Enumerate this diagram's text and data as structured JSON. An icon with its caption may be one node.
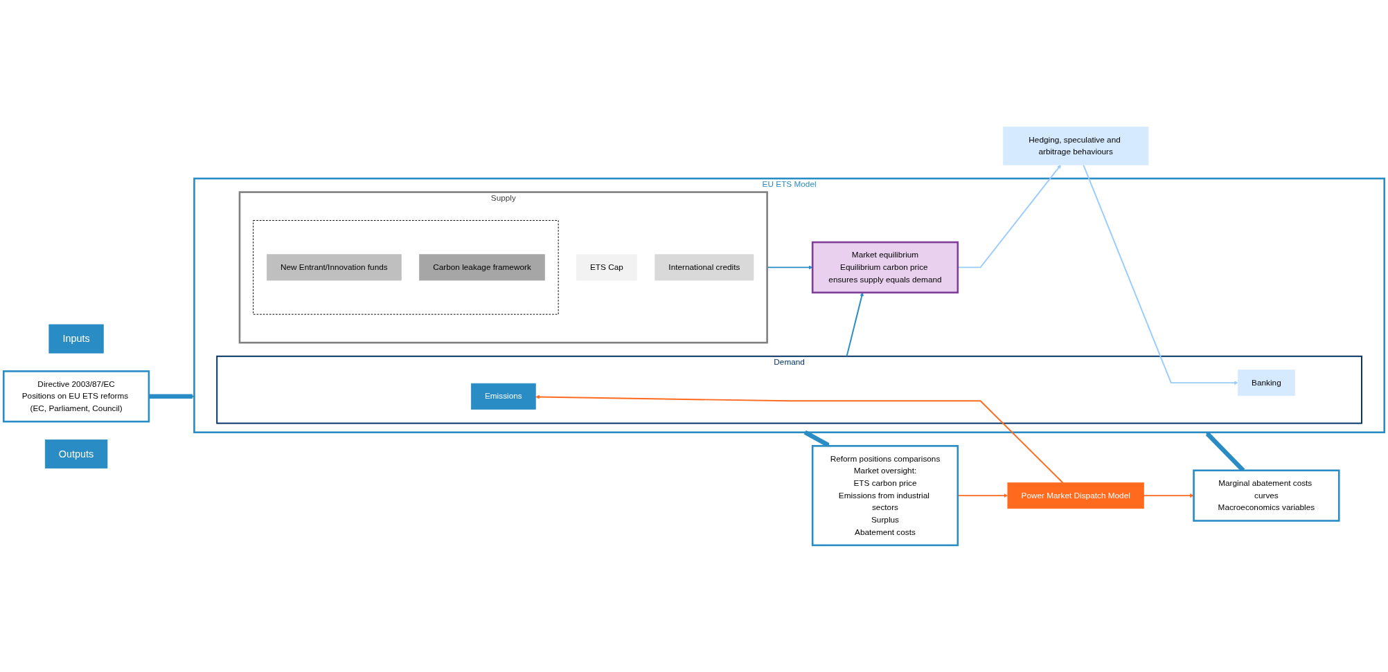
{
  "diagram": {
    "nodes": [
      {
        "text": [
          "Inputs"
        ]
      },
      {
        "text": [
          "Directive 2003/87/EC",
          "Positions on EU ETS reforms (EC, Parliament, Council)"
        ]
      },
      {
        "text": [
          "Marginal abatement costs curves",
          "Macroeconomics variables"
        ]
      },
      {
        "text": [
          "EU ETS Model"
        ]
      },
      {
        "text": [
          "Supply"
        ],
        "in": 3
      },
      {
        "text": [
          "ETS Cap"
        ],
        "in": 4
      },
      {
        "text": [
          "International credits"
        ],
        "in": 4
      },
      {
        "text": [],
        "shape": "box",
        "in": 4
      },
      {
        "text": [
          "New Entrant/Innovation funds"
        ],
        "in": 7
      },
      {
        "text": [
          "Carbon leakage framework"
        ],
        "in": 7
      },
      {
        "text": [
          "Demand"
        ],
        "in": 3
      },
      {
        "text": [
          "Emissions"
        ],
        "in": 10
      },
      {
        "text": [
          "Banking"
        ],
        "in": 10
      },
      {
        "text": [
          "Market equilibrium",
          "Equilibrium carbon price ensures supply equals demand"
        ],
        "in": 3
      },
      {
        "text": [
          "Outputs"
        ]
      },
      {
        "text": [
          "Reform positions comparisons",
          "Market oversight:",
          "ETS carbon price",
          "Emissions from industrial sectors",
          "Surplus",
          "Abatement costs"
        ]
      },
      {
        "text": [
          "Hedging, speculative and arbitrage behaviours"
        ]
      },
      {
        "text": [
          "Power Market Dispatch Model"
        ]
      }
    ],
    "edges": [
      {
        "from": 1,
        "to": 3,
        "arrow": "to",
        "style": "thick"
      },
      {
        "from": 2,
        "to": 3,
        "arrow": "to",
        "style": "thick"
      },
      {
        "from": 3,
        "to": 15,
        "arrow": "to",
        "style": "thick"
      },
      {
        "from": 4,
        "to": 13,
        "arrow": "to"
      },
      {
        "from": 10,
        "to": 13,
        "arrow": "to"
      },
      {
        "from": 13,
        "to": 16,
        "arrow": "to",
        "color": "#99ccff"
      },
      {
        "from": 16,
        "to": 12,
        "arrow": "to",
        "color": "#99ccff"
      },
      {
        "from": 17,
        "to": 11,
        "arrow": "to",
        "color": "#ff6a1f"
      },
      {
        "from": 17,
        "to": 2,
        "arrow": "to",
        "color": "#ff6a1f"
      },
      {
        "from": 15,
        "to": 17,
        "arrow": "to",
        "color": "#ff6a1f"
      }
    ]
  }
}
